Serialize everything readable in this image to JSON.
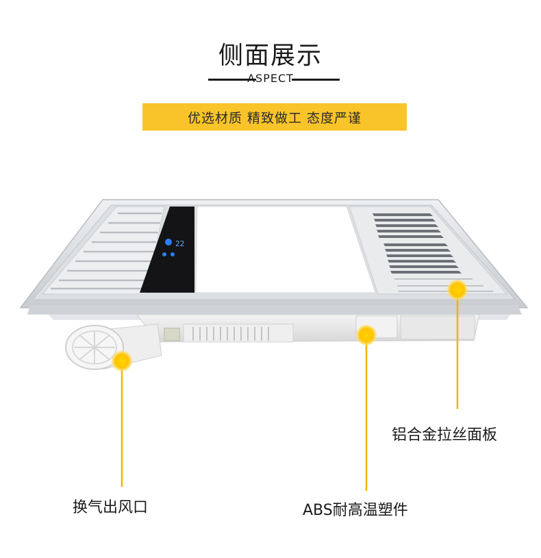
{
  "header": {
    "title": "侧面展示",
    "subtitle": "ASPECT",
    "banner": "优选材质 精致做工 态度严谨"
  },
  "callouts": {
    "panel": "铝合金拉丝面板",
    "vent": "换气出风口",
    "plastic": "ABS耐高温塑件"
  },
  "display": {
    "digits": "22"
  },
  "colors": {
    "accent": "#f9c42a",
    "text": "#1a1a1a"
  }
}
